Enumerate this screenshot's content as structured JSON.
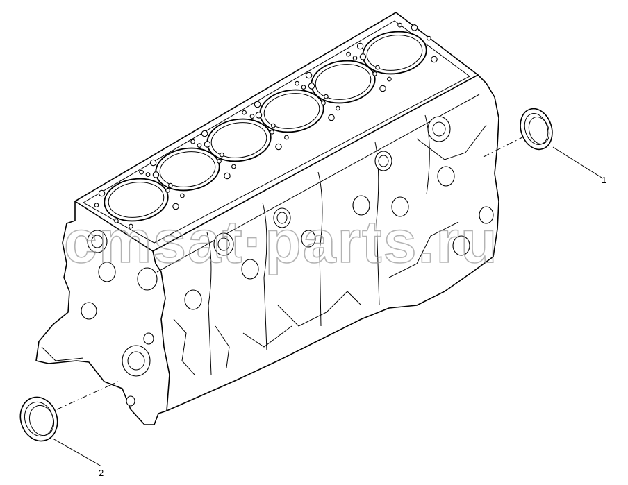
{
  "callouts": [
    {
      "id": "1",
      "label": "1",
      "part": "seal-ring-front"
    },
    {
      "id": "2",
      "label": "2",
      "part": "seal-ring-rear"
    }
  ],
  "watermark": {
    "text": "cmsat·parts.ru"
  },
  "colors": {
    "line": "#000000",
    "background": "#ffffff",
    "watermark": "#9a9a9a"
  }
}
